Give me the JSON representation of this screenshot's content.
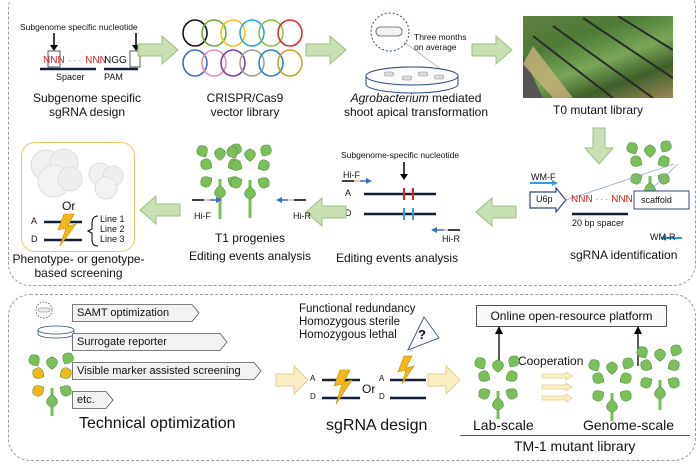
{
  "top_panel": {
    "step1": {
      "annotation": "Subgenome specific nucleotide",
      "seq_left": "NNN",
      "seq_dots": "· · ·",
      "seq_right": "NNN",
      "pam_seq_a": "N",
      "pam_seq_b": "G",
      "pam_seq_c": "G",
      "spacer_label": "Spacer",
      "pam_label": "PAM",
      "caption_line1": "Subgenome specific",
      "caption_line2": "sgRNA design"
    },
    "step2": {
      "caption_line1": "CRISPR/Cas9",
      "caption_line2": "vector library",
      "ring_colors_row1": [
        "#111111",
        "#6aaa3a",
        "#f0c419",
        "#2fa3d8",
        "#8fc04a",
        "#e02a2a"
      ],
      "ring_colors_row2": [
        "#3a6fc4",
        "#e58fb0",
        "#7a3fa8",
        "#a0a0a0",
        "#2f84c9",
        "#c9a227"
      ]
    },
    "step3": {
      "note_line1": "Three months",
      "note_line2": "on average",
      "caption_italic": "Agrobacterium",
      "caption_rest": " mediated",
      "caption_line2": "shoot apical transformation"
    },
    "step4": {
      "caption": "T0 mutant library"
    },
    "step5": {
      "primer_f": "WM-F",
      "promoter": "U6p",
      "seq_left": "NNN",
      "seq_dots": "· · ·",
      "seq_right": "NNN",
      "scaffold": "scaffold",
      "spacer_label": "20 bp spacer",
      "primer_r": "WM-R",
      "caption": "sgRNA identification"
    },
    "step6": {
      "annotation": "Subgenome-specific nucleotide",
      "primer_f": "Hi-F",
      "chrom_a": "A",
      "chrom_d": "D",
      "primer_r": "Hi-R",
      "caption": "Editing events analysis"
    },
    "step7": {
      "primer_f": "Hi-F",
      "primer_r": "Hi-R",
      "caption_line1": "T1 progenies",
      "caption_line2": "Editing events analysis"
    },
    "step8": {
      "or_label": "Or",
      "chrom_a": "A",
      "chrom_d": "D",
      "lines": [
        "Line 1",
        "Line 2",
        "Line 3"
      ],
      "caption_line1": "Phenotype- or genotype-",
      "caption_line2": "based screening"
    }
  },
  "bottom_panel": {
    "optimization_tags": [
      "SAMT optimization",
      "Surrogate reporter",
      "Visible marker assisted screening",
      "etc."
    ],
    "optimization_caption": "Technical optimization",
    "challenges": [
      "Functional redundancy",
      "Homozygous sterile",
      "Homozygous lethal"
    ],
    "question_mark": "?",
    "design": {
      "chrom_a": "A",
      "chrom_d": "D",
      "or_label": "Or",
      "caption": "sgRNA design"
    },
    "platform_label": "Online open-resource platform",
    "cooperation_label": "Cooperation",
    "lab_scale_label": "Lab-scale",
    "genome_scale_label": "Genome-scale",
    "library_label": "TM-1 mutant library"
  },
  "colors": {
    "arrow_green_fill": "#c9e0b4",
    "arrow_green_stroke": "#9cbf83",
    "arrow_yellow_fill": "#fdefc6",
    "arrow_yellow_stroke": "#e2cf94",
    "leaf_green": "#7cbf5a",
    "leaf_yellow": "#f2b81b",
    "seq_red": "#e0201e",
    "primer_blue": "#2f9fe0",
    "chrom_navy": "#14213d",
    "divider_blue": "#3c5a9a",
    "screen_border": "#e8c66a"
  }
}
